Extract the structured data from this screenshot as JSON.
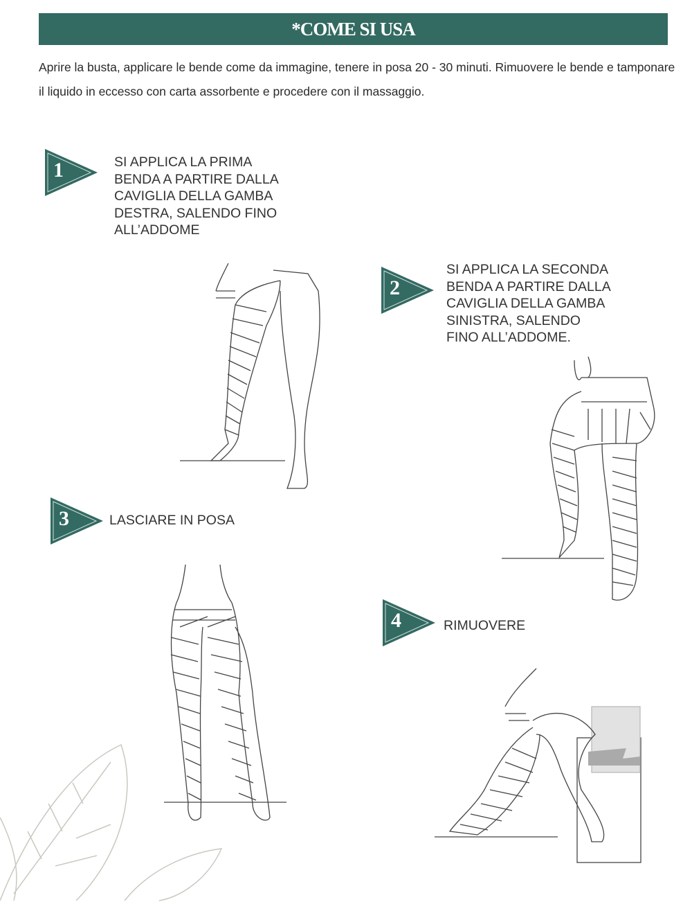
{
  "header": {
    "title": "*COME SI USA"
  },
  "intro": "Aprire la busta, applicare le bende come da immagine, tenere in posa 20 - 30 minuti. Rimuovere le bende e tamponare il liquido in eccesso con carta assorbente e procedere con il massaggio.",
  "steps": [
    {
      "number": "1",
      "text": "SI APPLICA LA PRIMA\nBENDA A PARTIRE DALLA\nCAVIGLIA DELLA GAMBA\nDESTRA, SALENDO FINO\nALL’ADDOME"
    },
    {
      "number": "2",
      "text": "SI APPLICA LA SECONDA\nBENDA A PARTIRE DALLA\nCAVIGLIA DELLA GAMBA\nSINISTRA, SALENDO\nFINO ALL’ADDOME."
    },
    {
      "number": "3",
      "text": "LASCIARE IN POSA"
    },
    {
      "number": "4",
      "text": "RIMUOVERE"
    }
  ],
  "colors": {
    "brand": "#336a62",
    "line": "#444444"
  }
}
